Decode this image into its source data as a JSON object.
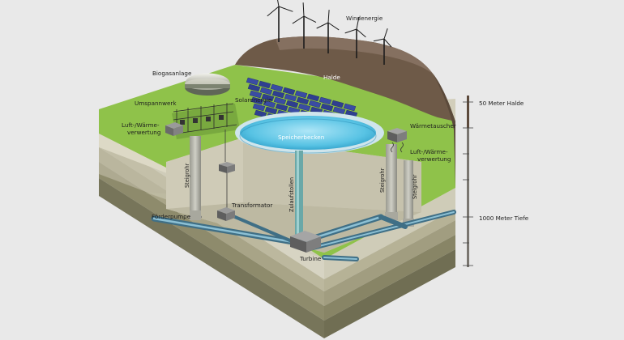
{
  "labels": {
    "windenergie": "Windenergie",
    "biogasanlage": "Biogasanlage",
    "halde": "Halde",
    "umspannwerk": "Umspannwerk",
    "solarenergie": "Solarenergie",
    "luft_waerme_left_1": "Luft-/Wärme-",
    "luft_waerme_left_2": "verwertung",
    "speicherbecken": "Speicherbecken",
    "waermetauscher": "Wärmetauscher",
    "luft_waerme_right_1": "Luft-/Wärme-",
    "luft_waerme_right_2": "verwertung",
    "steigrohr_left": "Steigrohr",
    "zulaufstollen": "Zulaufstollen",
    "steigrohr_right_1": "Steigrohr",
    "steigrohr_right_2": "Steigrohr",
    "transformator": "Transformator",
    "foerderpumpe": "Förderpumpe",
    "turbine": "Turbine"
  },
  "scale": {
    "top_label": "50 Meter Halde",
    "bottom_label": "1000 Meter Tiefe"
  },
  "colors": {
    "background": "#e9e9e9",
    "grass": "#8fc24a",
    "halde": "#6e5a48",
    "water": "#5cc6e6",
    "soil_front": "#bdb9a4",
    "soil_side": "#c8c4b0",
    "pipe": "#4e7d93"
  }
}
